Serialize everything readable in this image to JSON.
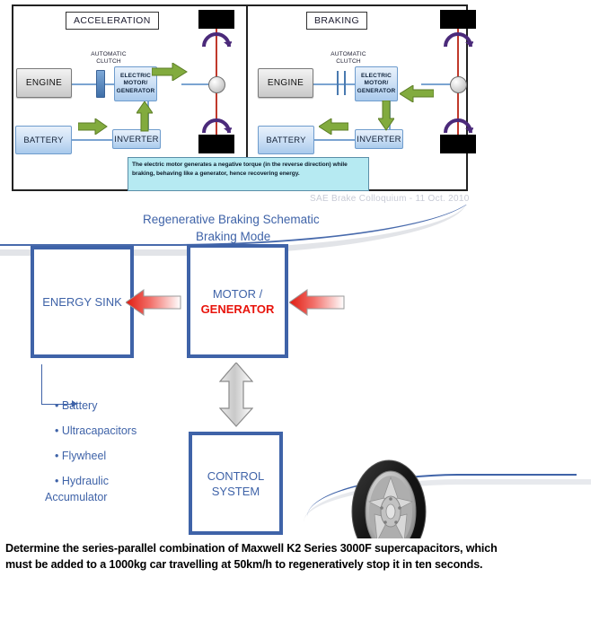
{
  "top_slide": {
    "panels": [
      {
        "id": "acceleration",
        "title": "ACCELERATION",
        "clutch_label_line1": "AUTOMATIC",
        "clutch_label_line2": "CLUTCH",
        "engine": "ENGINE",
        "motor_line1": "ELECTRIC",
        "motor_line2": "MOTOR/",
        "motor_line3": "GENERATOR",
        "battery": "BATTERY",
        "inverter": "INVERTER"
      },
      {
        "id": "braking",
        "title": "BRAKING",
        "clutch_label_line1": "AUTOMATIC",
        "clutch_label_line2": "CLUTCH",
        "engine": "ENGINE",
        "motor_line1": "ELECTRIC",
        "motor_line2": "MOTOR/",
        "motor_line3": "GENERATOR",
        "battery": "BATTERY",
        "inverter": "INVERTER"
      }
    ],
    "caption": "The electric motor generates a negative torque (in the reverse direction) while braking, behaving  like a generator, hence recovering energy.",
    "footer": "SAE Brake Colloquium - 11  Oct. 2010"
  },
  "bottom_slide": {
    "title_line1": "Regenerative Braking Schematic",
    "title_line2": "Braking Mode",
    "energy_sink": "ENERGY SINK",
    "motor_line1": "MOTOR /",
    "motor_line2": "GENERATOR",
    "control_line1": "CONTROL",
    "control_line2": "SYSTEM",
    "sinks": [
      "• Battery",
      "• Ultracapacitors",
      "• Flywheel",
      "• Hydraulic",
      "Accumulator"
    ]
  },
  "question": {
    "line1": "Determine the series-parallel combination of Maxwell K2 Series 3000F supercapacitors, which",
    "line2": "must be added to a 1000kg car travelling at 50km/h to regeneratively stop it in ten seconds."
  },
  "colors": {
    "schematic_blue": "#3f63a8",
    "generator_red": "#e8140c",
    "arrow_green": "#7ca63a",
    "axle_red": "#c0392b",
    "spin_purple": "#4b2a7a",
    "caption_cyan": "#b6eaf2"
  }
}
